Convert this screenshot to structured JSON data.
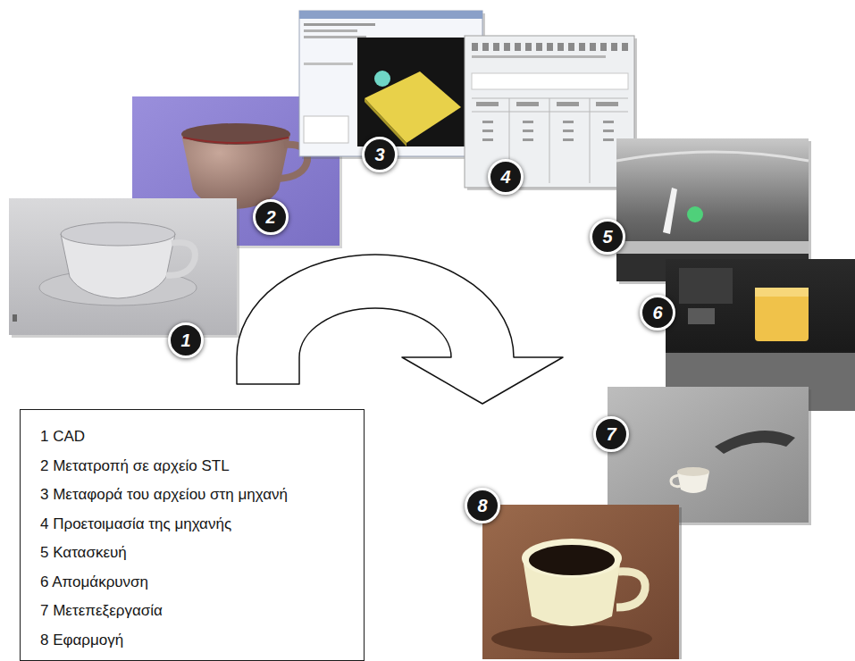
{
  "diagram": {
    "nodes": [
      {
        "text": [
          "1"
        ]
      },
      {
        "text": [
          "2"
        ]
      },
      {
        "text": [
          "3"
        ]
      },
      {
        "text": [
          "4"
        ]
      },
      {
        "text": [
          "5"
        ]
      },
      {
        "text": [
          "6"
        ]
      },
      {
        "text": [
          "7"
        ]
      },
      {
        "text": [
          "8"
        ]
      },
      {
        "text": [
          "1 CAD",
          "2 Μετατροπή σε αρχείο STL",
          "3 Μεταφορά του αρχείου στη μηχανή",
          "4 Προετοιμασία της μηχανής",
          "5 Κατασκευή",
          "6 Απομάκρυνση",
          "7 Μετεπεξεργασία",
          "8 Εφαρμογή"
        ]
      }
    ]
  }
}
